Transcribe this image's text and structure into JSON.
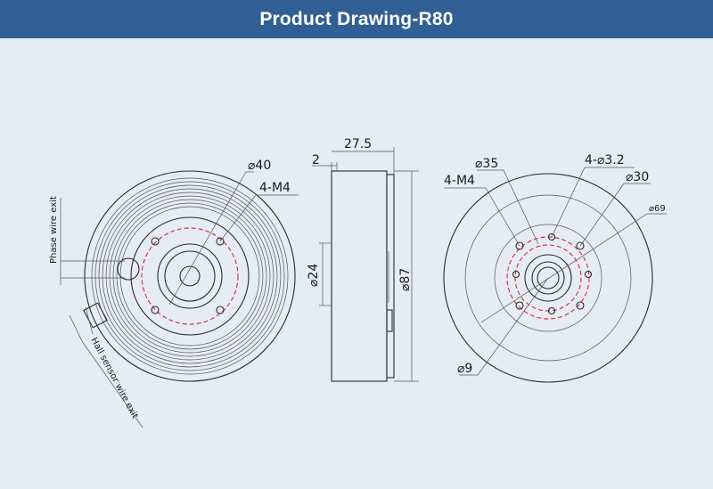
{
  "header": {
    "title": "Product Drawing-R80"
  },
  "colors": {
    "header_bg": "#2f5f94",
    "background": "#e6ecf3",
    "line": "#2a2a2a",
    "dash": "#e0343a"
  },
  "left_view": {
    "dia_40": "⌀40",
    "thread_4m4": "4-M4",
    "phase_wire": "Phase wire exit",
    "hall_wire": "Hall sensor wire exit"
  },
  "side_view": {
    "width_27_5": "27.5",
    "offset_2": "2",
    "dia_24": "⌀24",
    "dia_87": "⌀87"
  },
  "right_view": {
    "dia_35": "⌀35",
    "hole_4_3_2": "4-⌀3.2",
    "thread_4m4": "4-M4",
    "dia_30": "⌀30",
    "dia_69": "⌀69",
    "dia_9": "⌀9"
  }
}
